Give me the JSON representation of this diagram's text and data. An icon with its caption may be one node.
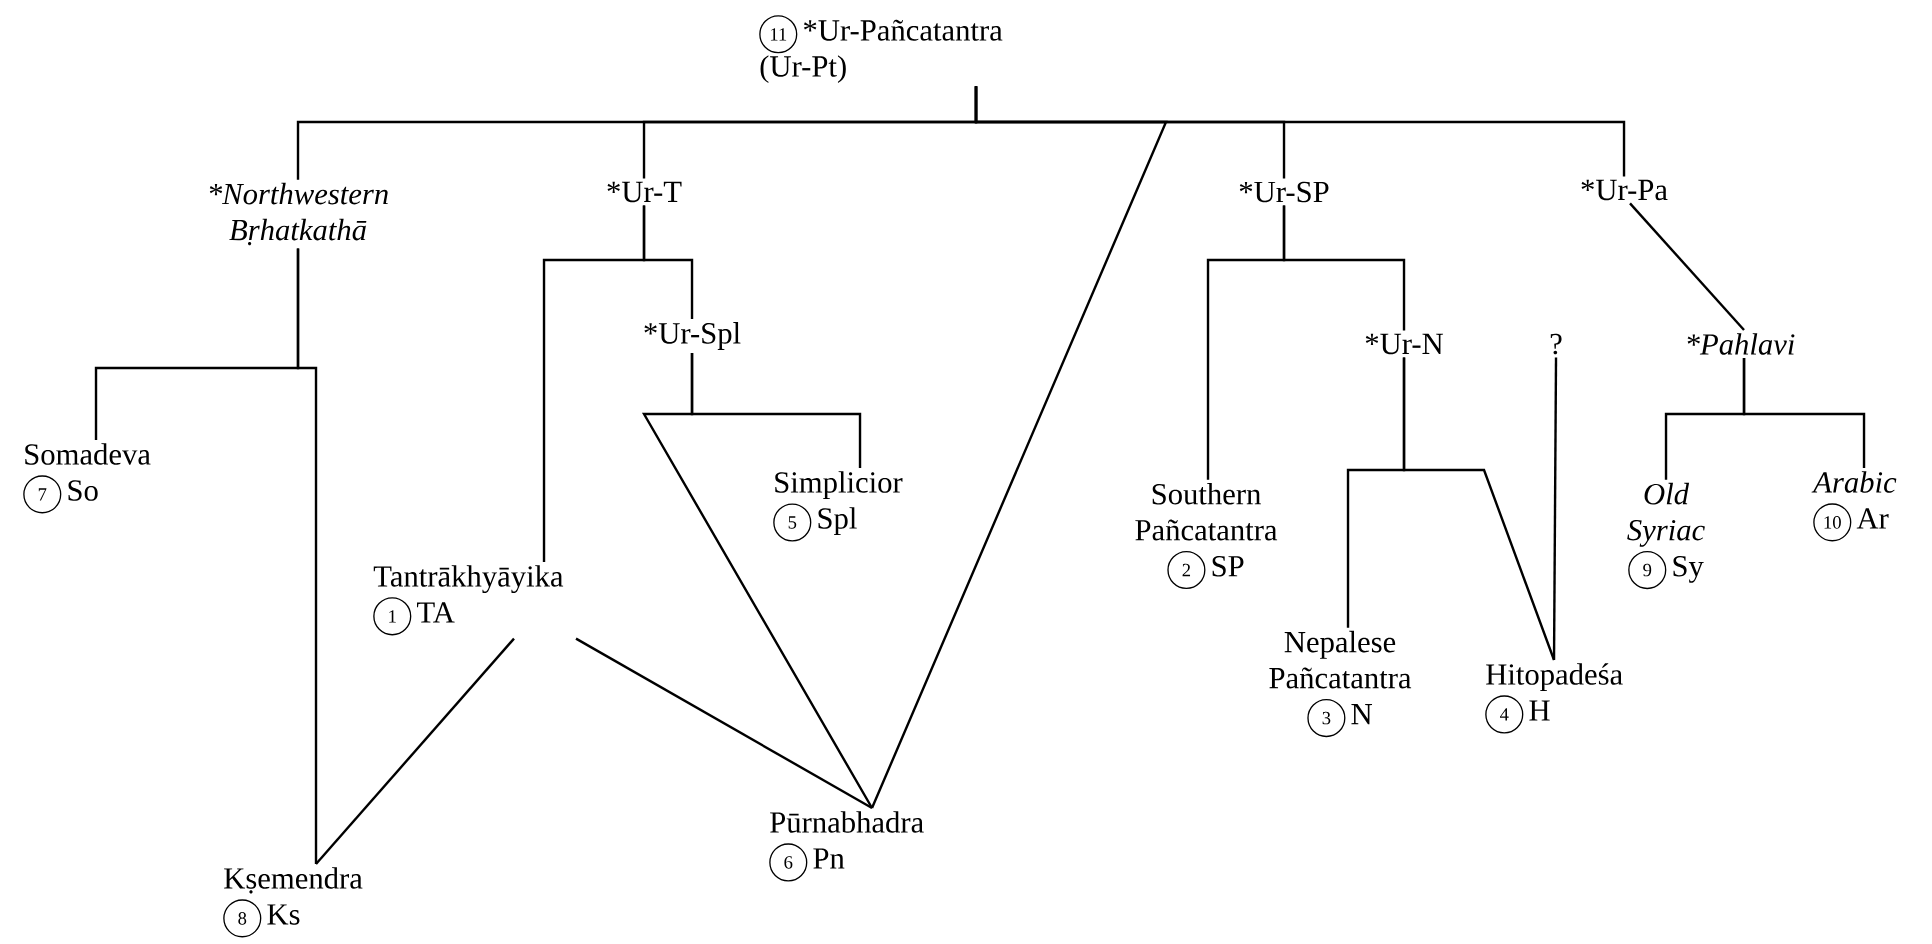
{
  "diagram": {
    "nodes": [
      {
        "text": [
          "11",
          "*Ur-Pañcatantra",
          "(Ur-Pt)"
        ]
      },
      {
        "text": [
          "*Northwestern Bṛhatkathā"
        ]
      },
      {
        "text": [
          "*Ur-T"
        ]
      },
      {
        "text": [
          "*Ur-Spl"
        ]
      },
      {
        "text": [
          "*Ur-SP"
        ]
      },
      {
        "text": [
          "*Ur-N"
        ]
      },
      {
        "text": [
          "?"
        ]
      },
      {
        "text": [
          "*Ur-Pa"
        ]
      },
      {
        "text": [
          "*Pahlavi"
        ]
      },
      {
        "text": [
          "Somadeva",
          "7",
          "So"
        ]
      },
      {
        "text": [
          "Simplicior",
          "5",
          "Spl"
        ]
      },
      {
        "text": [
          "Southern Pañcatantra",
          "2",
          "SP"
        ]
      },
      {
        "text": [
          "Tantrākhyāyika",
          "1",
          "TA"
        ]
      },
      {
        "text": [
          "Old Syriac",
          "9",
          "Sy"
        ]
      },
      {
        "text": [
          "Arabic",
          "10",
          "Ar"
        ]
      },
      {
        "text": [
          "Nepalese Pañcatantra",
          "3",
          "N"
        ]
      },
      {
        "text": [
          "Hitopadeśa",
          "4",
          "H"
        ]
      },
      {
        "text": [
          "Pūrnabhadra",
          "6",
          "Pn"
        ]
      },
      {
        "text": [
          "Kṣemendra",
          "8",
          "Ks"
        ]
      }
    ],
    "edges": [
      {
        "from": 0,
        "to": 1,
        "arrow": "none"
      },
      {
        "from": 0,
        "to": 2,
        "arrow": "none"
      },
      {
        "from": 0,
        "to": 4,
        "arrow": "none"
      },
      {
        "from": 0,
        "to": 7,
        "arrow": "none"
      },
      {
        "from": 0,
        "to": 17,
        "arrow": "none"
      },
      {
        "from": 1,
        "to": 9,
        "arrow": "none"
      },
      {
        "from": 1,
        "to": 18,
        "arrow": "none"
      },
      {
        "from": 2,
        "to": 12,
        "arrow": "none"
      },
      {
        "from": 2,
        "to": 3,
        "arrow": "none"
      },
      {
        "from": 3,
        "to": 10,
        "arrow": "none"
      },
      {
        "from": 3,
        "to": 17,
        "arrow": "none"
      },
      {
        "from": 12,
        "to": 18,
        "arrow": "none"
      },
      {
        "from": 12,
        "to": 17,
        "arrow": "none"
      },
      {
        "from": 4,
        "to": 11,
        "arrow": "none"
      },
      {
        "from": 4,
        "to": 5,
        "arrow": "none"
      },
      {
        "from": 5,
        "to": 15,
        "arrow": "none"
      },
      {
        "from": 5,
        "to": 16,
        "arrow": "none"
      },
      {
        "from": 6,
        "to": 16,
        "arrow": "none"
      },
      {
        "from": 7,
        "to": 8,
        "arrow": "none"
      },
      {
        "from": 8,
        "to": 13,
        "arrow": "none"
      },
      {
        "from": 8,
        "to": 14,
        "arrow": "none"
      }
    ]
  }
}
